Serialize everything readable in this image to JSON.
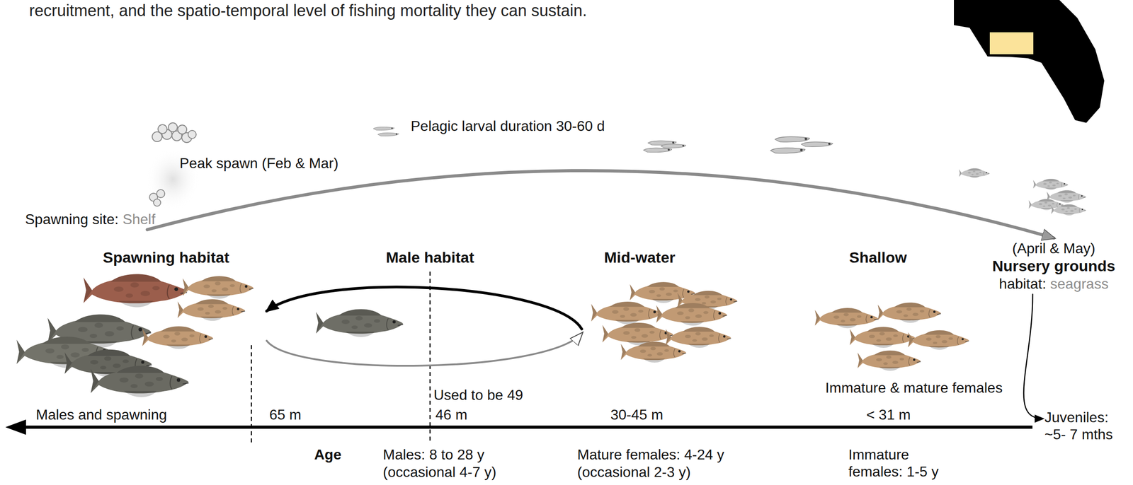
{
  "diagram": {
    "nodes": [
      {
        "text": [
          "Spawning site:",
          "Shelf"
        ]
      },
      {
        "text": [
          "(April & May)",
          "Nursery grounds",
          "habitat:",
          "seagrass"
        ]
      },
      {
        "text": [
          "Juveniles: ~5- 7 mths"
        ]
      },
      {
        "text": [
          "Spawning habitat"
        ]
      },
      {
        "text": [
          "Male habitat"
        ]
      },
      {
        "text": [
          "Mid-water"
        ]
      },
      {
        "text": [
          "Shallow",
          "Immature & mature females"
        ]
      }
    ],
    "edges": [
      {
        "from": 0,
        "to": 1,
        "arrow": "to"
      },
      {
        "from": 1,
        "to": 2,
        "arrow": "to"
      },
      {
        "from": 5,
        "to": 3,
        "arrow": "to"
      },
      {
        "from": 3,
        "to": 5,
        "arrow": "to"
      }
    ],
    "labels": [
      "recruitment, and the spatio-temporal level of fishing mortality they can sustain.",
      "Peak spawn (Feb & Mar)",
      "Pelagic larval duration 30-60 d",
      "Males and spawning",
      "65 m",
      "Used to be 49",
      "46 m",
      "30-45 m",
      "< 31 m",
      "Age",
      "Males: 8 to 28 y",
      "(occasional 4-7 y)",
      "Mature females: 4-24 y",
      "(occasional 2-3 y)",
      "Immature females: 1-5 y"
    ]
  }
}
